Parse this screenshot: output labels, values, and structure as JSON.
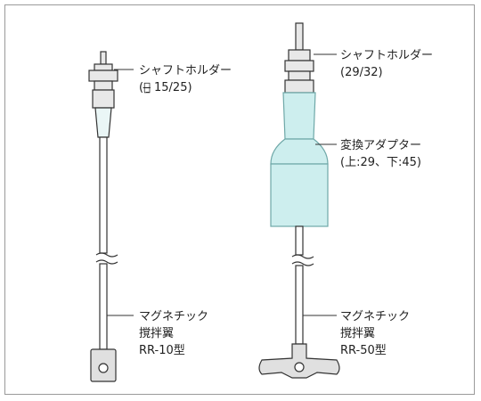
{
  "left_assembly": {
    "shaft_holder": {
      "name": "シャフトホルダー",
      "spec": "(＄̶̱ 15/25)"
    },
    "stirrer": {
      "line1": "マグネチック",
      "line2": "撹拌翼",
      "model": "RR-10型"
    }
  },
  "right_assembly": {
    "shaft_holder": {
      "name": "シャフトホルダー",
      "spec": "(29/32)"
    },
    "adapter": {
      "name": "変換アダプター",
      "spec": "(上:29、下:45)"
    },
    "stirrer": {
      "line1": "マグネチック",
      "line2": "撹拌翼",
      "model": "RR-50型"
    }
  },
  "colors": {
    "line": "#333333",
    "glass": "#cdeeee",
    "glass_edge": "#7fb8b8",
    "metal": "#e8e8e8"
  }
}
